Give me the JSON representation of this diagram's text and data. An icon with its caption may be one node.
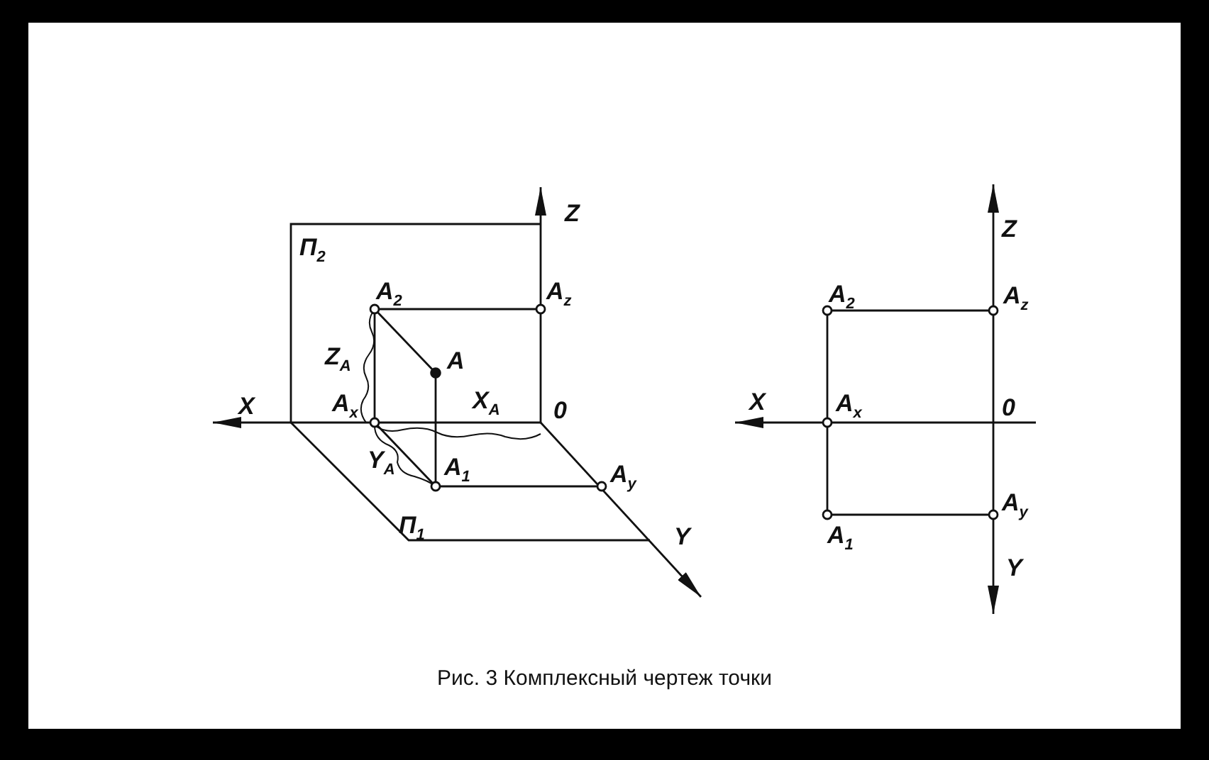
{
  "diagram": {
    "caption": "Рис. 3 Комплексный чертеж точки",
    "labels": [
      "Z",
      "Π$_{2}$",
      "A$_{2}$",
      "A$_{z}$",
      "Z$_{A}$",
      "A",
      "X",
      "A$_{x}$",
      "X$_{A}$",
      "0",
      "Y$_{A}$",
      "A$_{1}$",
      "A$_{y}$",
      "Π$_{1}$",
      "Y",
      "Z",
      "A$_{2}$",
      "A$_{z}$",
      "X",
      "A$_{x}$",
      "0",
      "A$_{y}$",
      "A$_{1}$",
      "Y"
    ]
  }
}
